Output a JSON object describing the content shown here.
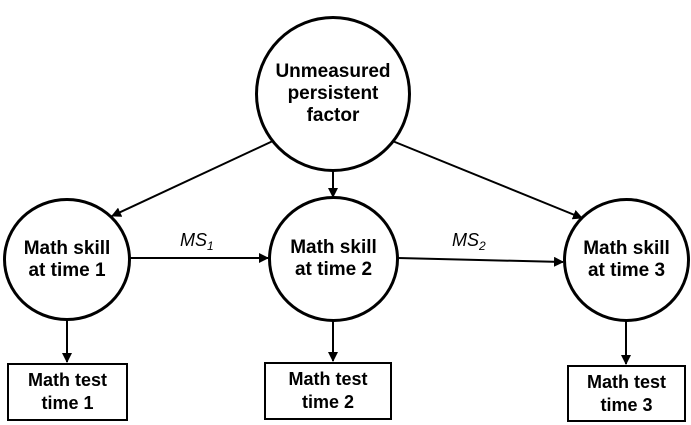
{
  "nodes": {
    "factor": {
      "label": "Unmeasured\npersistent\nfactor"
    },
    "skill1": {
      "label": "Math skill\nat time 1"
    },
    "skill2": {
      "label": "Math skill\nat time 2"
    },
    "skill3": {
      "label": "Math skill\nat time 3"
    },
    "test1": {
      "label": "Math test\ntime 1"
    },
    "test2": {
      "label": "Math test\ntime 2"
    },
    "test3": {
      "label": "Math test\ntime 3"
    }
  },
  "edges": {
    "ms1": {
      "base": "MS",
      "sub": "1"
    },
    "ms2": {
      "base": "MS",
      "sub": "2"
    }
  }
}
